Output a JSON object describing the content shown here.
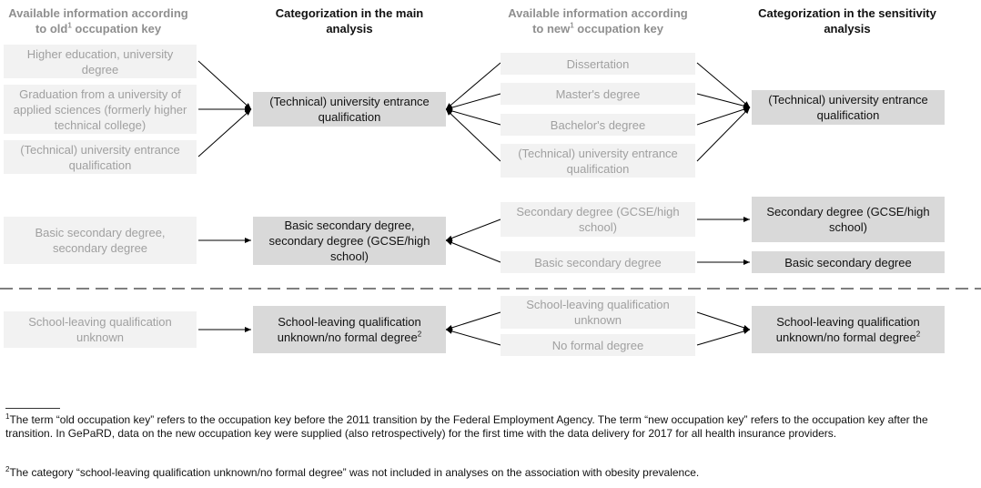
{
  "headers": {
    "old_key": {
      "line1_pre": "Available information according",
      "line2_pre": "to old",
      "sup": "1",
      "line2_post": " occupation key"
    },
    "main": "Categorization in the main analysis",
    "new_key": {
      "line1_pre": "Available information according",
      "line2_pre": "to new",
      "sup": "1",
      "line2_post": " occupation key"
    },
    "sensitivity": "Categorization in the sensitivity analysis"
  },
  "old_key_boxes": [
    "Higher education, university degree",
    "Graduation from a university of applied sciences (formerly higher technical college)",
    "(Technical) university entrance qualification",
    "Basic secondary degree, secondary degree",
    "School-leaving qualification unknown"
  ],
  "main_boxes": [
    {
      "text": "(Technical) university entrance qualification",
      "sup": ""
    },
    {
      "text": "Basic secondary degree, secondary degree (GCSE/high school)",
      "sup": ""
    },
    {
      "text": "School-leaving qualification unknown/no formal degree",
      "sup": "2"
    }
  ],
  "new_key_boxes": [
    "Dissertation",
    "Master's degree",
    "Bachelor's degree",
    "(Technical) university entrance qualification",
    "Secondary degree (GCSE/high school)",
    "Basic secondary degree",
    "School-leaving qualification unknown",
    "No formal degree"
  ],
  "sensitivity_boxes": [
    {
      "text": "(Technical) university entrance qualification",
      "sup": ""
    },
    {
      "text": "Secondary degree (GCSE/high school)",
      "sup": ""
    },
    {
      "text": "Basic secondary degree",
      "sup": ""
    },
    {
      "text": "School-leaving qualification unknown/no formal degree",
      "sup": "2"
    }
  ],
  "footnotes": [
    {
      "sup": "1",
      "text": "The term “old occupation key” refers to the occupation key before the 2011 transition by the Federal Employment Agency. The term “new occupation key” refers to the occupation key after the transition. In GePaRD, data on the new occupation key were supplied (also retrospectively) for the first time with the data delivery for 2017 for all health insurance providers."
    },
    {
      "sup": "2",
      "text": "The category “school-leaving qualification unknown/no formal degree” was not included in analyses on the association with obesity prevalence."
    }
  ],
  "colors": {
    "light_box": "#f2f2f2",
    "dark_box": "#d9d9d9",
    "light_text": "#a0a0a0",
    "line": "#000000",
    "dash": "#555555"
  }
}
